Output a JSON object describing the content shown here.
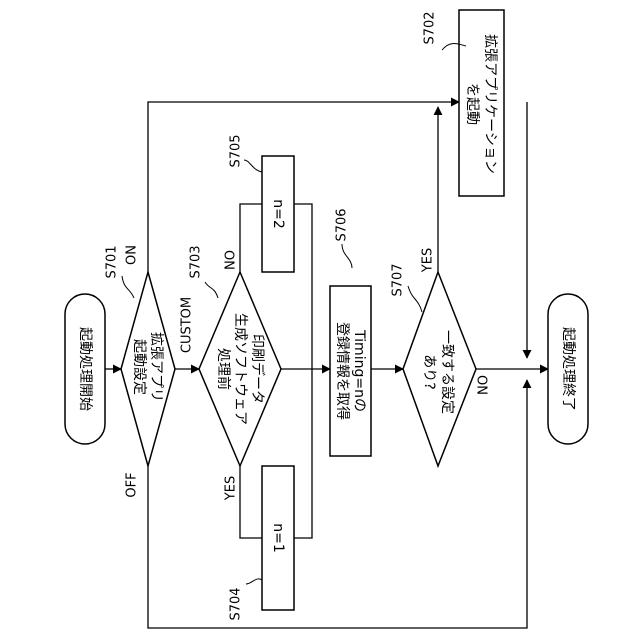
{
  "nodes": {
    "start": "起動処理開始",
    "end": "起動処理終了",
    "s701": [
      "拡張アプリ",
      "起動設定"
    ],
    "s703": [
      "印刷データ",
      "生成ソフトウェア",
      "処理前"
    ],
    "s707": [
      "一致する設定",
      "あり?"
    ],
    "s706": [
      "Timing=nの",
      "登録情報を取得"
    ],
    "s705": "n=2",
    "s704": "n=1",
    "s702": [
      "拡張アプリケーション",
      "を起動"
    ]
  },
  "branch_labels": {
    "on": "ON",
    "off": "OFF",
    "custom": "CUSTOM",
    "no_703": "NO",
    "yes_703": "YES",
    "yes_707": "YES",
    "no_707": "NO"
  },
  "step_ids": {
    "s701": "S701",
    "s702": "S702",
    "s703": "S703",
    "s704": "S704",
    "s705": "S705",
    "s706": "S706",
    "s707": "S707"
  }
}
